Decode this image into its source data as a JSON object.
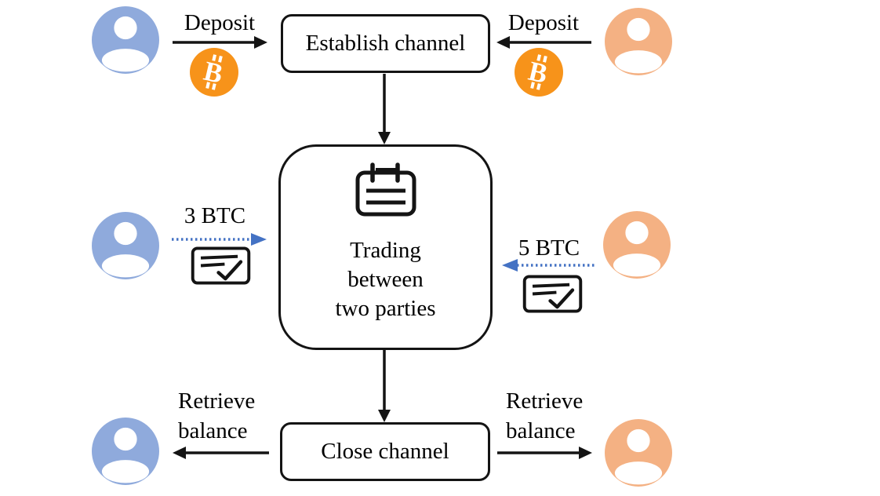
{
  "colors": {
    "avatar_blue": "#8FAADC",
    "avatar_orange": "#F4B183",
    "bitcoin": "#F7931A",
    "accent_blue": "#4472C4",
    "line": "#141414"
  },
  "nodes": {
    "establish": {
      "label": "Establish channel"
    },
    "trading": {
      "label": "Trading\nbetween\ntwo parties"
    },
    "close": {
      "label": "Close channel"
    }
  },
  "labels": {
    "deposit_left": "Deposit",
    "deposit_right": "Deposit",
    "amount_left": "3 BTC",
    "amount_right": "5 BTC",
    "retrieve_left": "Retrieve\nbalance",
    "retrieve_right": "Retrieve\nbalance"
  },
  "icons": {
    "avatar": "user-avatar",
    "bitcoin": "bitcoin-coin",
    "memo": "trade-ledger",
    "signed_doc": "signed-transaction",
    "bitcoin_glyph": "B"
  }
}
